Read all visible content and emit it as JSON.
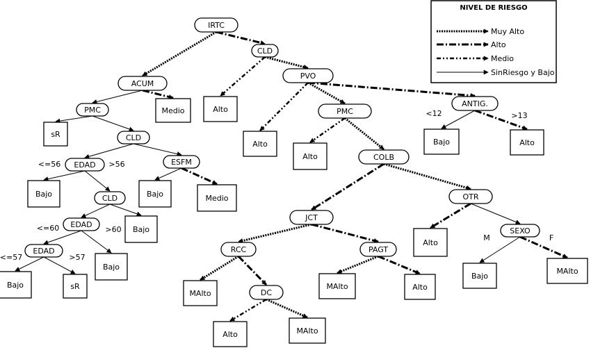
{
  "legend": {
    "title": "NIVEL DE RIESGO",
    "items": [
      {
        "label": "Muy Alto",
        "style": "muy_alto"
      },
      {
        "label": "Alto",
        "style": "alto"
      },
      {
        "label": "Medio",
        "style": "medio"
      },
      {
        "label": "SinRiesgo y Bajo",
        "style": "bajo"
      }
    ]
  },
  "nodes": {
    "irtc": "IRTC",
    "cld1": "CLD",
    "pvo": "PVO",
    "acum": "ACUM",
    "medio1": "Medio",
    "alto1": "Alto",
    "pmc1": "PMC",
    "sr1": "sR",
    "cld2": "CLD",
    "edad1": "EDAD",
    "esfm": "ESFM",
    "bajo1": "Bajo",
    "bajo2": "Bajo",
    "medio2": "Medio",
    "cld3": "CLD",
    "bajo3": "Bajo",
    "edad2": "EDAD",
    "bajo4": "Bajo",
    "edad3": "EDAD",
    "bajo5": "Bajo",
    "sr2": "sR",
    "alto2": "Alto",
    "pmc2": "PMC",
    "alto3": "Alto",
    "colb": "COLB",
    "antig": "ANTIG.",
    "bajo6": "Bajo",
    "alto4": "Alto",
    "jct": "JCT",
    "otr": "OTR",
    "alto5": "Alto",
    "sexo": "SEXO",
    "bajo7": "Bajo",
    "malto1": "MAlto",
    "rcc": "RCC",
    "pagt": "PAGT",
    "malto2": "MAlto",
    "malto3": "MAlto",
    "alto6": "Alto",
    "dc": "DC",
    "alto7": "Alto",
    "malto4": "MAlto"
  },
  "edge_labels": {
    "le56": "<=56",
    "gt56": ">56",
    "le60": "<=60",
    "gt60": ">60",
    "le57": "<=57",
    "gt57": ">57",
    "lt12": "<12",
    "gt13": ">13",
    "m": "M",
    "f": "F"
  }
}
